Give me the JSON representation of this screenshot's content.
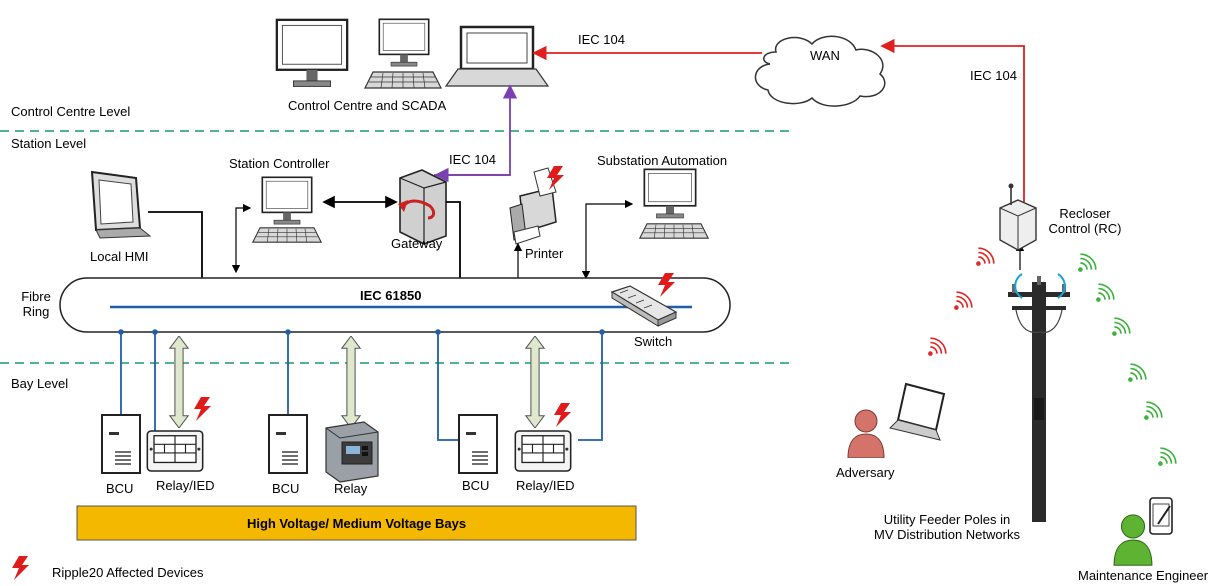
{
  "levels": {
    "control_centre": "Control Centre Level",
    "station": "Station Level",
    "bay": "Bay Level"
  },
  "control_centre": {
    "label": "Control Centre and SCADA"
  },
  "wan": {
    "label": "WAN"
  },
  "protocols": {
    "iec104_top": "IEC 104",
    "iec104_right": "IEC 104",
    "iec104_station": "IEC 104"
  },
  "station": {
    "station_controller": "Station Controller",
    "local_hmi": "Local HMI",
    "gateway": "Gateway",
    "printer": "Printer",
    "substation_automation": "Substation Automation"
  },
  "ring": {
    "label_line1": "Fibre",
    "label_line2": "Ring",
    "bus": "IEC 61850",
    "switch": "Switch"
  },
  "bay": {
    "bcu1": "BCU",
    "relay_ied1": "Relay/IED",
    "bcu2": "BCU",
    "relay": "Relay",
    "bcu3": "BCU",
    "relay_ied2": "Relay/IED",
    "hv_bays": "High Voltage/ Medium Voltage Bays"
  },
  "field": {
    "recloser_line1": "Recloser",
    "recloser_line2": "Control (RC)",
    "adversary": "Adversary",
    "poles_line1": "Utility Feeder Poles in",
    "poles_line2": "MV Distribution Networks",
    "engineer": "Maintenance Engineer"
  },
  "legend": {
    "ripple20": "Ripple20 Affected Devices"
  },
  "colors": {
    "level_divider": "#1a9a6a",
    "ring_bus": "#1f5fa8",
    "wan_link": "#e02020",
    "gateway_link": "#7a3fb0",
    "lightning": "#e01b1b",
    "hv_bar": "#f5b800",
    "adversary": "#d4736a",
    "engineer": "#5fb332",
    "wireless_red": "#e02828",
    "wireless_green": "#3fb13f"
  }
}
